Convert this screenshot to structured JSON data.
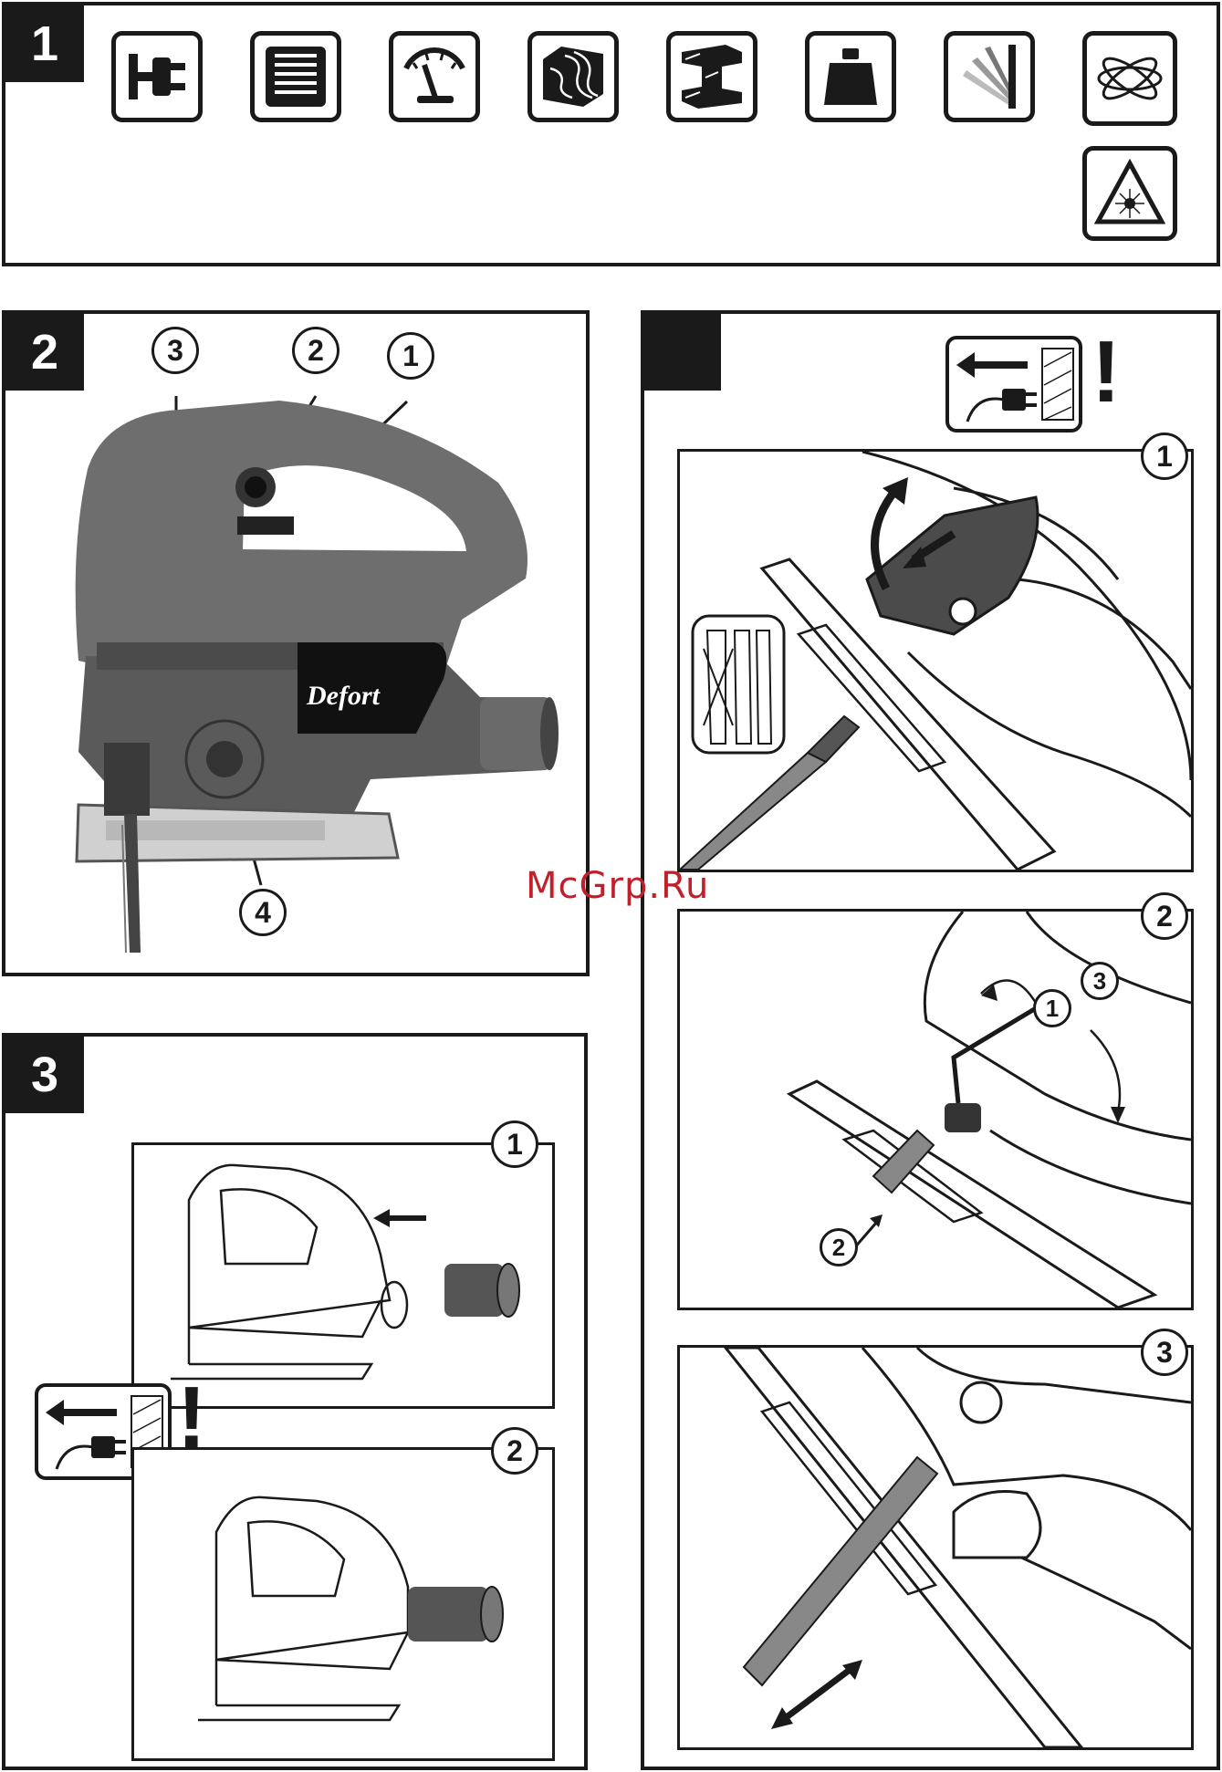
{
  "panel1": {
    "number": "1",
    "icons": [
      "plug-icon",
      "motor-vents-icon",
      "speed-gauge-icon",
      "wood-cut-icon",
      "steel-beam-icon",
      "weight-icon",
      "swing-angle-icon",
      "vibration-icon",
      "laser-warning-icon"
    ]
  },
  "panel2": {
    "number": "2",
    "brand": "Defort",
    "callouts": [
      "3",
      "2",
      "1",
      "4"
    ]
  },
  "panel3": {
    "number": "3",
    "steps": [
      "1",
      "2"
    ]
  },
  "panel4": {
    "steps": [
      "1",
      "2",
      "3"
    ],
    "step2_callouts": [
      "1",
      "3",
      "2"
    ]
  },
  "watermark": "McGrp.Ru"
}
